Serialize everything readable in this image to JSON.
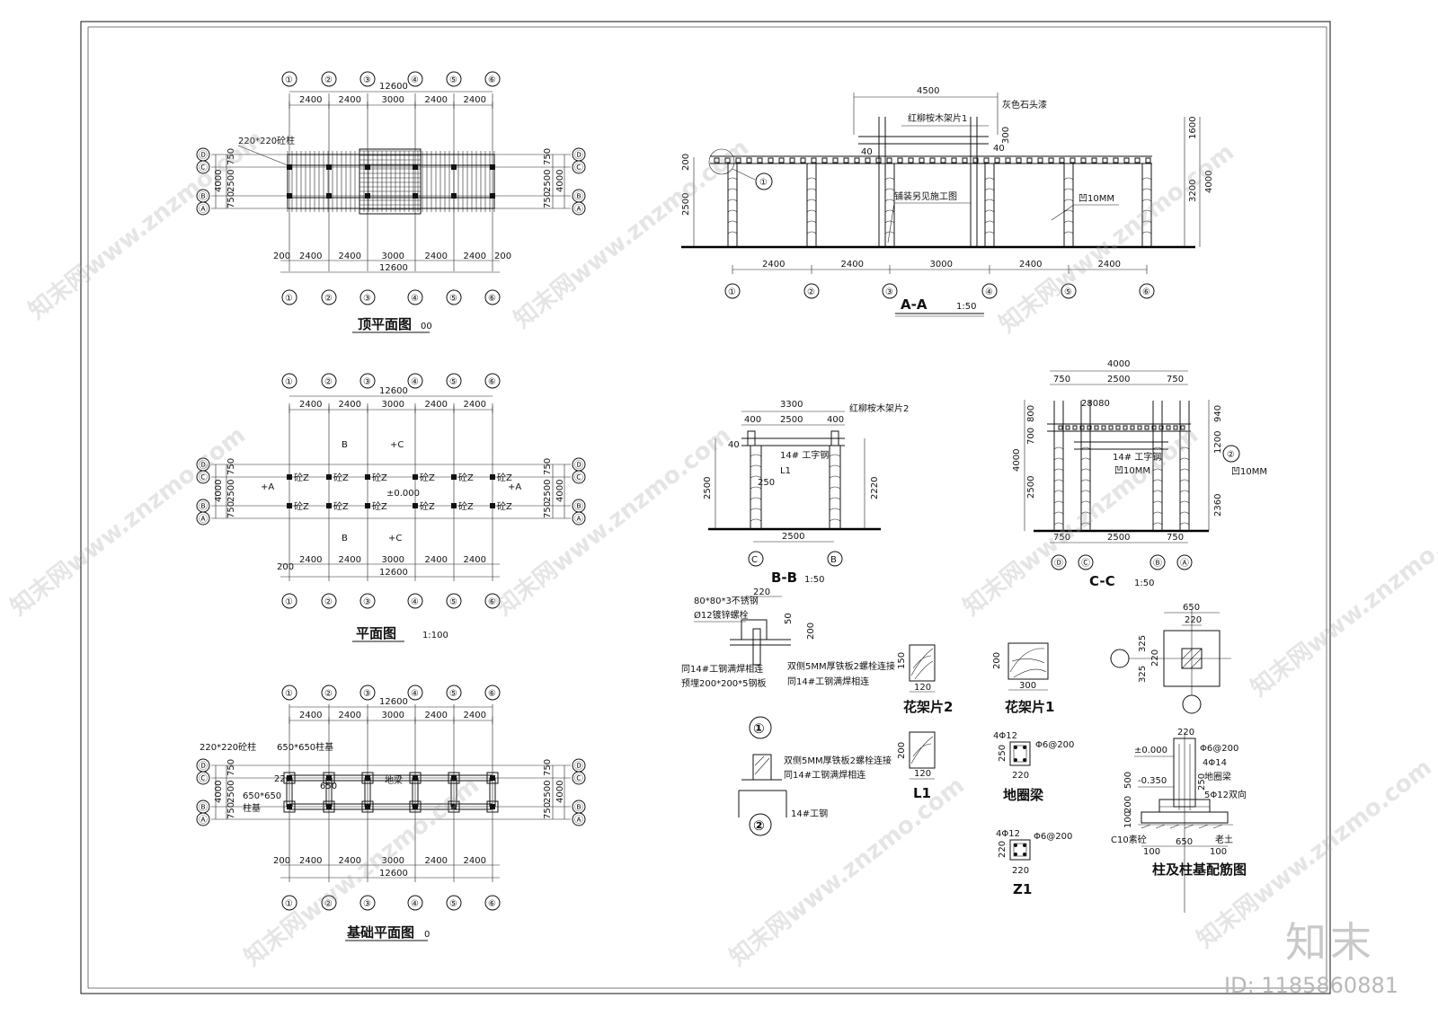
{
  "drawing": {
    "roof_plan_title": "顶平面图",
    "roof_plan_scale_tail": "00",
    "plan_title": "平面图",
    "plan_scale": "1:100",
    "foundation_title": "基础平面图",
    "foundation_scale_tail": "0",
    "section_aa_title": "A-A",
    "section_aa_scale": "1:50",
    "section_bb_title": "B-B",
    "section_bb_scale": "1:50",
    "section_cc_title": "C-C",
    "section_cc_scale": "1:50",
    "axis_numbers": [
      "①",
      "②",
      "③",
      "④",
      "⑤",
      "⑥"
    ],
    "axis_letters": [
      "Ⓓ",
      "Ⓒ",
      "Ⓑ",
      "Ⓐ"
    ],
    "dims_x": [
      "2400",
      "2400",
      "3000",
      "2400",
      "2400"
    ],
    "total_x": "12600",
    "edge_200": "200",
    "dims_y": [
      "750",
      "2500",
      "750"
    ],
    "total_y": "4000",
    "roof_col_label": "220*220砼柱",
    "plan_col_label": "砼Z",
    "plan_level": "±0.000",
    "cut_a": "A",
    "cut_b": "B",
    "cut_c": "C",
    "found_col_label": "220*220砼柱",
    "found_base_label": "650*650柱基",
    "found_base_label2": "650*650",
    "found_base_label3": "柱基",
    "found_beam": "地梁",
    "found_220": "220",
    "found_650": "650",
    "aa_top_dim": "4500",
    "aa_note1": "灰色石头漆",
    "aa_note2": "红柳桉木架片1",
    "aa_note3": "铺装另见施工图",
    "aa_note4": "凹10MM",
    "aa_h1": "2500",
    "aa_h2": "200",
    "aa_r1": "1600",
    "aa_r2": "3200",
    "aa_r3": "4000",
    "aa_40": "40",
    "aa_300": "300",
    "detail_1": "①",
    "detail_2": "②",
    "bb_top": "3300",
    "bb_400": "400",
    "bb_2500": "2500",
    "bb_note1": "红柳桉木架片2",
    "bb_note2": "14# 工字钢",
    "bb_note3": "L1",
    "bb_250": "250",
    "bb_2220": "2220",
    "bb_40": "40",
    "cc_top": "4000",
    "cc_750": "750",
    "cc_2500": "2500",
    "cc_note1": "14# 工字钢",
    "cc_note2": "凹10MM",
    "cc_2360": "2360",
    "cc_940": "940",
    "cc_1200": "1200",
    "cc_800": "800",
    "cc_700": "700",
    "cc_28080": "28080",
    "d1_note1": "80*80*3不锈钢",
    "d1_note2": "Ø12镀锌螺栓",
    "d1_note3": "同14#工钢满焊相连",
    "d1_note4": "预埋200*200*5钢板",
    "d1_note5": "双侧5MM厚铁板2螺栓连接",
    "d1_note6": "同14#工钢满焊相连",
    "d2_note1": "双侧5MM厚铁板2螺栓连接",
    "d2_note2": "同14#工钢满焊相连",
    "d2_note3": "14#工钢",
    "d_220": "220",
    "d_50": "50",
    "d_200": "200",
    "d_150": "150",
    "hj2": "花架片2",
    "hj1": "花架片1",
    "hj_120": "120",
    "hj_300": "300",
    "l1": "L1",
    "dql": "地圈梁",
    "dql_top": "4Φ12",
    "dql_stir": "Φ6@200",
    "dql_250": "250",
    "dql_220": "220",
    "z1": "Z1",
    "z1_top": "4Φ12",
    "z1_stir": "Φ6@200",
    "z1_220": "220",
    "pad_650": "650",
    "pad_220": "220",
    "pad_325": "325",
    "fd_title": "柱及柱基配筋图",
    "fd_stir": "Φ6@200",
    "fd_main": "4Φ14",
    "fd_lv1": "±0.000",
    "fd_lv2": "-0.350",
    "fd_beam": "地圈梁",
    "fd_mesh": "5Φ12双向",
    "fd_c10": "C10素砼",
    "fd_soil": "老土",
    "fd_500": "500",
    "fd_250": "250",
    "fd_100": "100",
    "fd_200": "200",
    "fd_650": "650",
    "fd_220": "220"
  },
  "watermark": {
    "text": "知末网www.znzmo.com",
    "logo": "知末",
    "id": "ID: 1185860881"
  }
}
